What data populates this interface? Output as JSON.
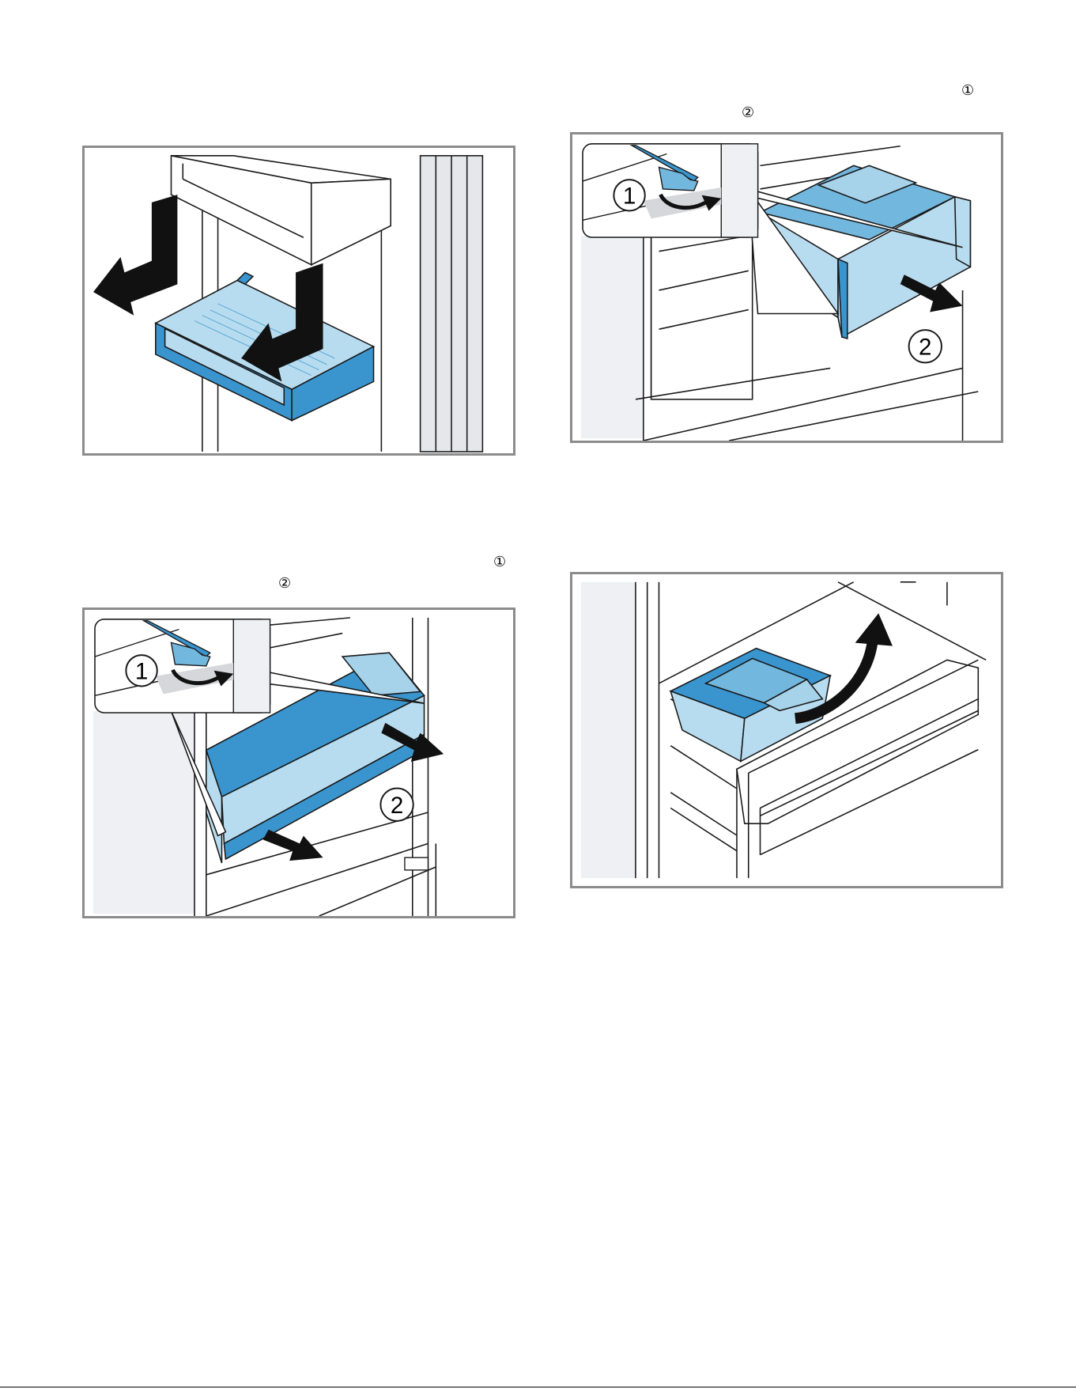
{
  "markers": {
    "top_right_step1": "①",
    "top_right_step2": "②",
    "bottom_left_step1": "①",
    "bottom_left_step2": "②"
  },
  "figures": {
    "fig_top_right": {
      "callout_1": "1",
      "callout_2": "2"
    },
    "fig_bottom_left": {
      "callout_1": "1",
      "callout_2": "2"
    }
  },
  "colors": {
    "drawer_blue": "#3a95cf",
    "drawer_light": "#b8dcef",
    "drawer_mid": "#72b7de",
    "wall_grey": "#eef0f3",
    "line": "#1a1a1a",
    "frame": "#8c8c8c",
    "arrow": "#111111"
  }
}
